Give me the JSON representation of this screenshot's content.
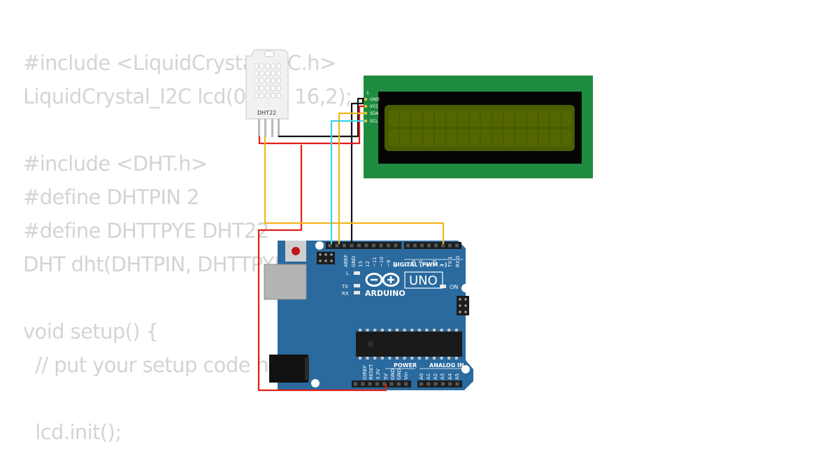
{
  "code_lines": [
    "#include <LiquidCrystal_I2C.h>",
    "LiquidCrystal_I2C lcd(0x27, 16,2);",
    "",
    "#include <DHT.h>",
    "#define DHTPIN 2",
    "#define DHTTPYE DHT22",
    "DHT dht(DHTPIN, DHTTPYE);",
    "",
    "void setup() {",
    "  // put your setup code here",
    "",
    "  lcd.init();"
  ],
  "sensor": {
    "label": "DHT22"
  },
  "lcd": {
    "pins": [
      "1",
      "GND",
      "VCC",
      "SDA",
      "SCL"
    ]
  },
  "arduino": {
    "brand": "ARDUINO",
    "model": "UNO",
    "digital_header": "DIGITAL (PWM ~)",
    "power_header": "POWER",
    "analog_header": "ANALOG IN",
    "on_label": "ON",
    "l_label": "L",
    "tx_label": "TX",
    "rx_label": "RX",
    "top_pins": [
      "AREF",
      "GND",
      "13",
      "12",
      "~11",
      "~10",
      "~9",
      "8",
      "7",
      "~6",
      "~5",
      "4",
      "~3",
      "2",
      "TX 1",
      "RX 0"
    ],
    "power_pins": [
      "IOREF",
      "RESET",
      "3.3V",
      "5V",
      "GND",
      "GND",
      "Vin"
    ],
    "analog_pins": [
      "A0",
      "A1",
      "A2",
      "A3",
      "A4",
      "A5"
    ]
  },
  "colors": {
    "code_text": "#d4d4d4",
    "board": "#2a6a9e",
    "lcd_pcb": "#1e8c3e",
    "lcd_screen": "#4a5c00",
    "wire_red": "#e0201a",
    "wire_black": "#111111",
    "wire_yellow": "#f2b51c",
    "wire_cyan": "#3fd3e8"
  }
}
